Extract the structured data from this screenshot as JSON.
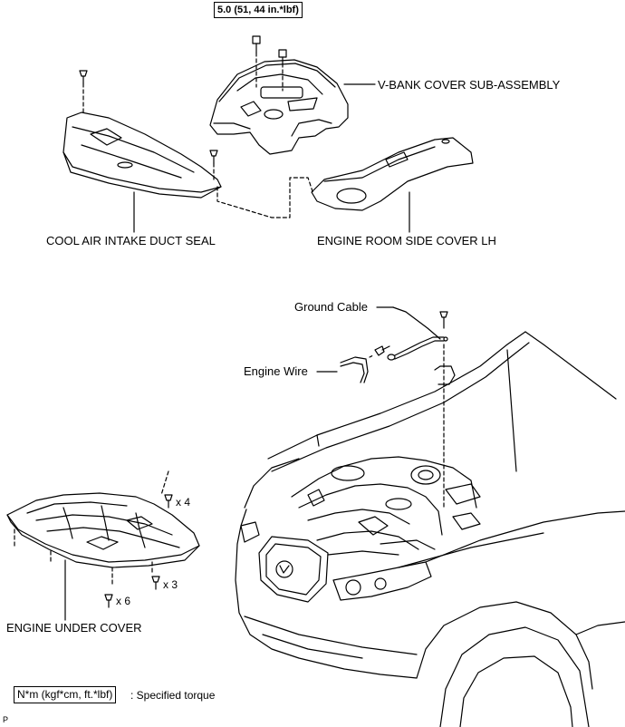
{
  "torque_spec": "5.0 (51, 44 in.*lbf)",
  "labels": {
    "v_bank_cover": "V-BANK COVER SUB-ASSEMBLY",
    "cool_air_seal": "COOL AIR INTAKE DUCT SEAL",
    "side_cover_lh": "ENGINE ROOM SIDE COVER LH",
    "ground_cable": "Ground Cable",
    "engine_wire": "Engine Wire",
    "engine_under_cover": "ENGINE UNDER COVER"
  },
  "quantities": {
    "upper_clips": "x 4",
    "middle_clips": "x 3",
    "lower_bolts": "x 6"
  },
  "legend": {
    "unit": "N*m (kgf*cm, ft.*lbf)",
    "description": ": Specified torque"
  },
  "corner_mark": "P"
}
